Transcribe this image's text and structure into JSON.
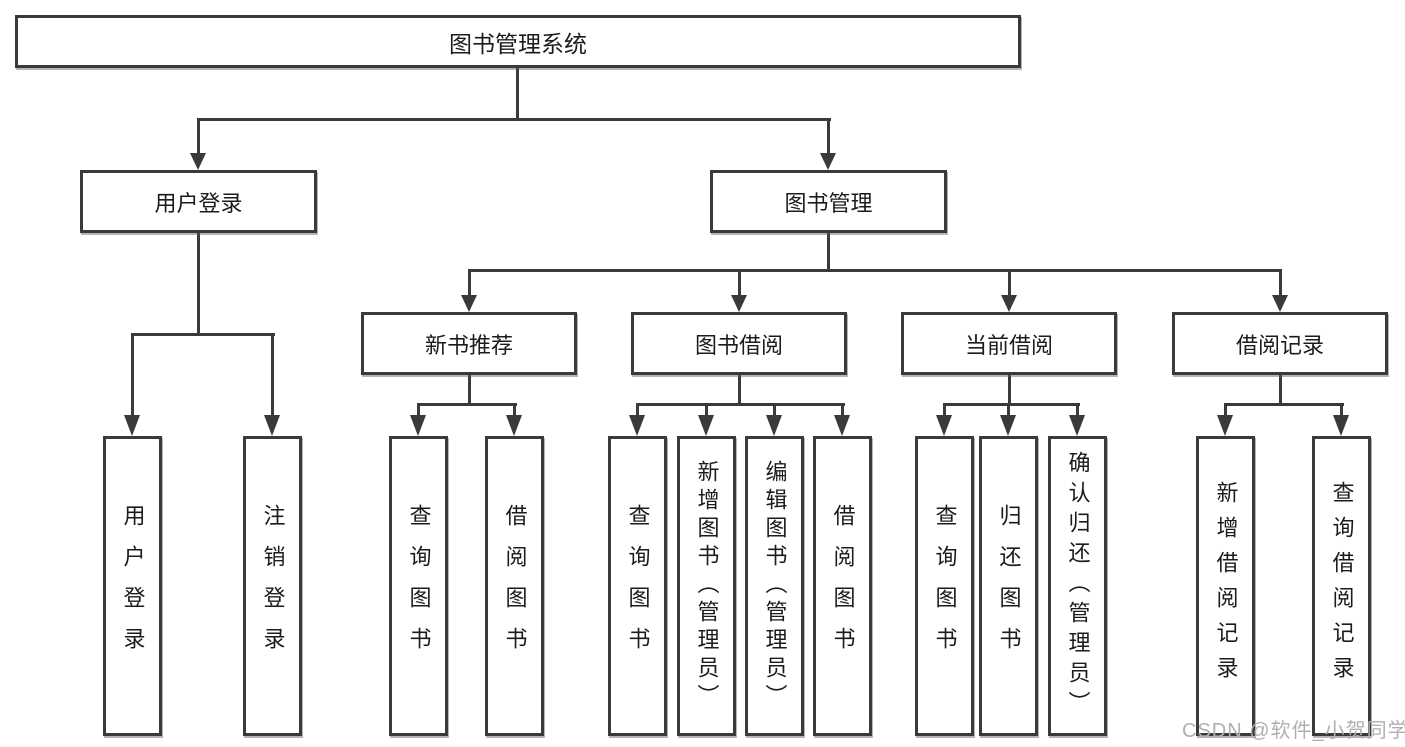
{
  "tree": {
    "root": {
      "label": "图书管理系统",
      "children": [
        {
          "label": "用户登录",
          "children": [
            {
              "label": "用户登录"
            },
            {
              "label": "注销登录"
            }
          ]
        },
        {
          "label": "图书管理",
          "children": [
            {
              "label": "新书推荐",
              "children": [
                {
                  "label": "查询图书"
                },
                {
                  "label": "借阅图书"
                }
              ]
            },
            {
              "label": "图书借阅",
              "children": [
                {
                  "label": "查询图书"
                },
                {
                  "label": "新增图书（管理员）"
                },
                {
                  "label": "编辑图书（管理员）"
                },
                {
                  "label": "借阅图书"
                }
              ]
            },
            {
              "label": "当前借阅",
              "children": [
                {
                  "label": "查询图书"
                },
                {
                  "label": "归还图书"
                },
                {
                  "label": "确认归还（管理员）"
                }
              ]
            },
            {
              "label": "借阅记录",
              "children": [
                {
                  "label": "新增借阅记录"
                },
                {
                  "label": "查询借阅记录"
                }
              ]
            }
          ]
        }
      ]
    }
  },
  "watermark": {
    "text": "CSDN @软件_小贺同学"
  },
  "colors": {
    "line": "#3a3a3a",
    "node_border": "#3a3a3a",
    "text": "#1c1c1c",
    "background": "#ffffff",
    "watermark": "#b0b0b0"
  }
}
